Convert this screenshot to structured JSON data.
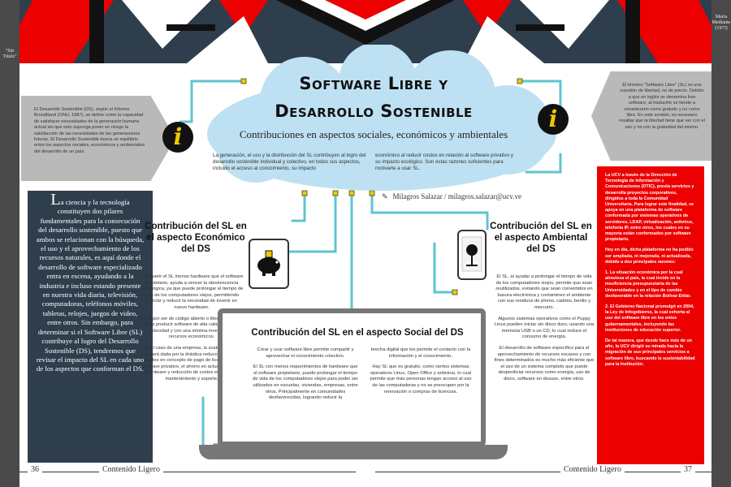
{
  "page": {
    "left_number": "36",
    "right_number": "37",
    "left_footer": "Contenido Ligero",
    "right_footer": "Contenido Ligero",
    "left_strip_label": "\"Sin Título\"",
    "right_strip_label": "Maria Mediante (19??)"
  },
  "colors": {
    "accent_red": "#ec0000",
    "dark_box": "#2e3e4d",
    "cloud": "#bde1f2",
    "connector": "#5ec5cf",
    "info_yellow": "#f0c800"
  },
  "header": {
    "title_line1": "Software Libre y",
    "title_line2": "Desarrollo Sostenible",
    "subtitle": "Contribuciones en aspectos sociales, económicos y ambientales",
    "intro_left": "La generación, el uso y la distribución del SL contribuyen al logro del desarrollo sostenible individual y colectivo, en todos sus aspectos, incluido el acceso al conocimiento, su impacto",
    "intro_right": "económico al reducir costos en relación al software privativo y su impacto ecológico. Son estas razones suficientes para motivarte a usar SL.",
    "author": "Milagros Salazar / milagros.salazar@ucv.ve"
  },
  "info_left": {
    "icon": "info-icon",
    "text": "El Desarrollo Sostenible (DS), según el Informe Brundtland (ONU, 1987), se define como la capacidad de satisfacer necesidades de la generación humana actual sin que esto suponga poner en riesgo la satisfacción de las necesidades de las generaciones futuras. El Desarrollo Sostenible busca un equilibrio entre los aspectos sociales, económicos y ambientales del desarrollo de un país."
  },
  "info_right": {
    "icon": "info-icon",
    "text": "El término \"Software Libre\" (SL) es una cuestión de libertad, no de precio. Debido a que en inglés se denomina free software, al traducirlo se tiende a considerarlo como gratuito y no como libre. En este sentido, es necesario resaltar que la libertad tiene que ver con el uso y no con la gratuidad del mismo."
  },
  "intro_box": {
    "drop_cap": "L",
    "text": "a ciencia y la tecnología constituyen dos pilares fundamentales para la consecución del desarrollo sostenible, puesto que ambos se relacionan con la búsqueda, el uso y el aprovechamiento de los recursos naturales, es aquí donde el desarrollo de software especializado entra en escena, ayudando a la industria e incluso estando presente en nuestra vida diaria, televisión, computadoras, teléfonos móviles, tabletas, relojes, juegos de video, entre otros. Sin embargo, para determinar si el Software Libre (SL) contribuye al logro del Desarrollo Sostenible (DS), tendremos que revisar el impacto del SL en cada uno de los aspectos que conforman el DS."
  },
  "economic": {
    "heading": "Contribución del SL en el aspecto Económico del DS",
    "paragraphs": [
      "Al requerir el SL menos hardware que el software propietario, ayuda a vencer la obsolescencia tecnológica, ya que puede prolongar el tiempo de vida de los computadores viejos, permitiendo reciclar y reducir la necesidad de invertir en nuevo hardware.",
      "El SL por ser de código abierto o libre es efectivo para producir software de alta calidad a gran velocidad y con una mínima inversión de recursos económicos.",
      "En el caso de una empresa, la sustentabilidad estará dada por la drástica reducción de los costos en concepto de pago de licencias por software privativo, el ahorro en actualización de hardware y reducción de costos en torno al mantenimiento y soporte."
    ]
  },
  "environmental": {
    "heading": "Contribución del SL en el aspecto Ambiental del DS",
    "paragraphs": [
      "El SL, al ayudar a prolongar el tiempo de vida de los computadores viejos, permite que sean reutilizados, evitando que sean convertidos en basura electrónica y contaminen el ambiente con sus residuos de plomo, cadmio, berilio y mercurio.",
      "Algunos sistemas operativos como el Puppy Linux pueden iniciar sin disco duro, usando una memoria USB o un CD, lo cual reduce el consumo de energía.",
      "El desarrollo de software específico para el aprovechamiento de recursos escasos y con fines determinados es mucho más eficiente que el uso de un sistema completo que puede desperdiciar recursos como energía, uso de disco, software en desuso, entre otros."
    ]
  },
  "social": {
    "heading": "Contribución del SL en el aspecto Social del DS",
    "left_paragraphs": [
      "Crear y usar software libre permite compartir y aprovechar el conocimiento colectivo.",
      "El SL con menos requerimientos de hardware que el software propietario, puede prolongar el tiempo de vida de los computadores viejos para poder ser utilizados en escuelas, viviendas, empresas, entre otros. Principalmente en comunidades desfavorecidas, logrando reducir la"
    ],
    "right_paragraphs": [
      "brecha digital que les permite el contacto con la información y el conocimiento.",
      "Hay SL que es gratuito, como ciertos sistemas operativos Linux, Open Office y antivirus, lo cual permite que más personas tengan acceso al uso de las computadoras y no se preocupen por la renovación o compras de licencias."
    ]
  },
  "ucv_box": {
    "paragraphs": [
      "La UCV a través de la Dirección de Tecnología de Información y Comunicaciones (DTIC), presta servicios y desarrolla proyectos corporativos, dirigidos a toda la Comunidad Universitaria. Para lograr este finalidad, se apoya en una plataforma de software conformada por sistemas operativos de servidores, LDAP, virtualización, antivirus, telefonía IP, entre otros, los cuales en su mayoría están conformados por software propietario.",
      "Hoy en día, dicha plataforma no ha podido ser ampliada, ni mejorada, ni actualizada, debido a dos principales razones:",
      "1. La situación económica por la cual atraviesa el país, la cual incide en la insuficiencia presupuestaria de las Universidades y en el tipo de cambio desfavorable en la relación Bolívar-Dólar.",
      "2. El Gobierno Nacional promulgó en 2004, la Ley de Infogobierno, la cual exhorta al uso del software libre en los entes gubernamentales, incluyendo las instituciones de educación superior.",
      "De tal manera, que desde hace más de un año, la UCV dirigió su mirada hacia la migración de sus principales servicios a software libre, buscando la sustentabilidad para la Institución."
    ]
  }
}
